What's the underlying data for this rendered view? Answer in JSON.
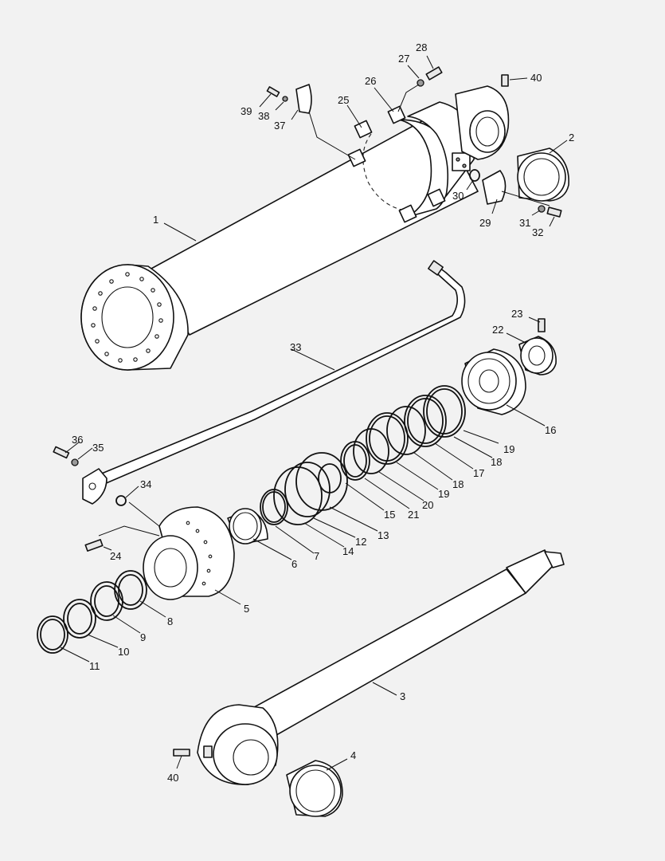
{
  "callouts": [
    {
      "id": "c1",
      "text": "1"
    },
    {
      "id": "c2",
      "text": "2"
    },
    {
      "id": "c3",
      "text": "3"
    },
    {
      "id": "c4",
      "text": "4"
    },
    {
      "id": "c5",
      "text": "5"
    },
    {
      "id": "c6",
      "text": "6"
    },
    {
      "id": "c7",
      "text": "7"
    },
    {
      "id": "c8",
      "text": "8"
    },
    {
      "id": "c9",
      "text": "9"
    },
    {
      "id": "c10",
      "text": "10"
    },
    {
      "id": "c11",
      "text": "11"
    },
    {
      "id": "c12",
      "text": "12"
    },
    {
      "id": "c13",
      "text": "13"
    },
    {
      "id": "c14",
      "text": "14"
    },
    {
      "id": "c15",
      "text": "15"
    },
    {
      "id": "c16",
      "text": "16"
    },
    {
      "id": "c17",
      "text": "17"
    },
    {
      "id": "c18a",
      "text": "18"
    },
    {
      "id": "c18b",
      "text": "18"
    },
    {
      "id": "c19a",
      "text": "19"
    },
    {
      "id": "c19b",
      "text": "19"
    },
    {
      "id": "c20",
      "text": "20"
    },
    {
      "id": "c21",
      "text": "21"
    },
    {
      "id": "c22",
      "text": "22"
    },
    {
      "id": "c23",
      "text": "23"
    },
    {
      "id": "c24",
      "text": "24"
    },
    {
      "id": "c25",
      "text": "25"
    },
    {
      "id": "c26",
      "text": "26"
    },
    {
      "id": "c27",
      "text": "27"
    },
    {
      "id": "c28",
      "text": "28"
    },
    {
      "id": "c29",
      "text": "29"
    },
    {
      "id": "c30",
      "text": "30"
    },
    {
      "id": "c31",
      "text": "31"
    },
    {
      "id": "c32",
      "text": "32"
    },
    {
      "id": "c33",
      "text": "33"
    },
    {
      "id": "c34",
      "text": "34"
    },
    {
      "id": "c35",
      "text": "35"
    },
    {
      "id": "c36",
      "text": "36"
    },
    {
      "id": "c37",
      "text": "37"
    },
    {
      "id": "c38",
      "text": "38"
    },
    {
      "id": "c39",
      "text": "39"
    },
    {
      "id": "c40a",
      "text": "40"
    },
    {
      "id": "c40b",
      "text": "40"
    }
  ]
}
